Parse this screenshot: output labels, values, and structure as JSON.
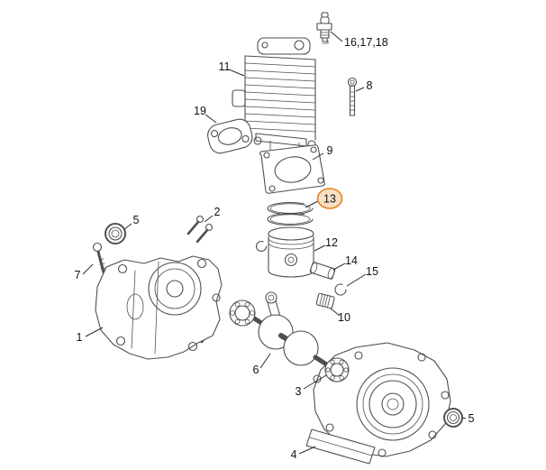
{
  "page": {
    "background": "#ffffff",
    "type": "exploded-parts-diagram"
  },
  "selected_part": "13",
  "highlight": {
    "stroke": "#e8821e",
    "fill": "#f9e0c4"
  },
  "labels": [
    {
      "text": "16,17,18"
    },
    {
      "text": "11"
    },
    {
      "text": "8"
    },
    {
      "text": "19"
    },
    {
      "text": "9"
    },
    {
      "text": "13",
      "highlighted": true
    },
    {
      "text": "12"
    },
    {
      "text": "14"
    },
    {
      "text": "15"
    },
    {
      "text": "10"
    },
    {
      "text": "5"
    },
    {
      "text": "2"
    },
    {
      "text": "7"
    },
    {
      "text": "1"
    },
    {
      "text": "6"
    },
    {
      "text": "3"
    },
    {
      "text": "4"
    },
    {
      "text": "5"
    }
  ]
}
